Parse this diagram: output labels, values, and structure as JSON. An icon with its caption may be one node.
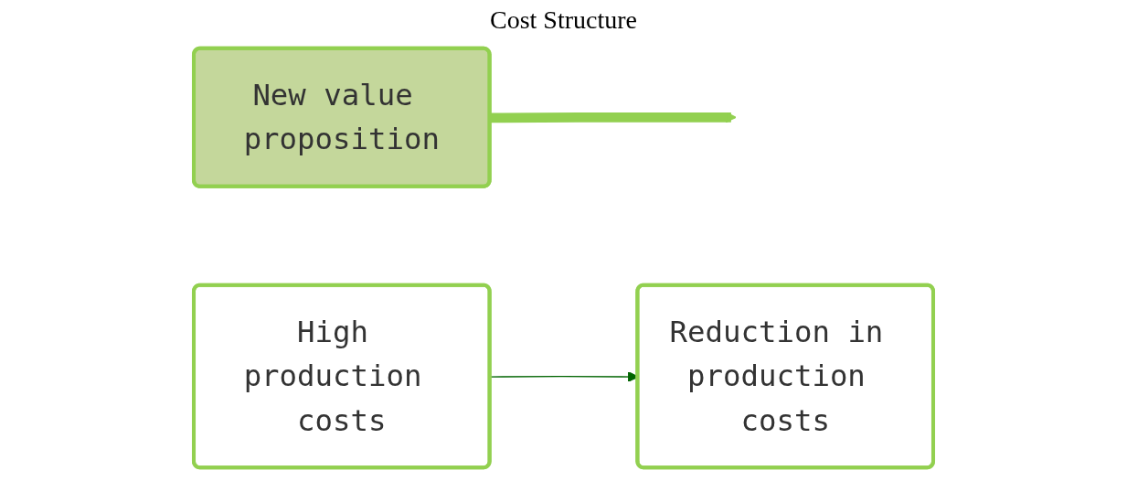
{
  "diagram": {
    "title": "Cost Structure",
    "nodes": [
      {
        "text": [
          "New value proposition"
        ]
      },
      {
        "text": [
          "High production costs"
        ]
      },
      {
        "text": [
          "Reduction in production costs"
        ]
      }
    ],
    "edges": [
      {
        "from": 0,
        "to": null,
        "arrow": "to",
        "style": "thick",
        "color": "#92d050"
      },
      {
        "from": 1,
        "to": 2,
        "arrow": "to",
        "color": "#006400"
      }
    ]
  }
}
